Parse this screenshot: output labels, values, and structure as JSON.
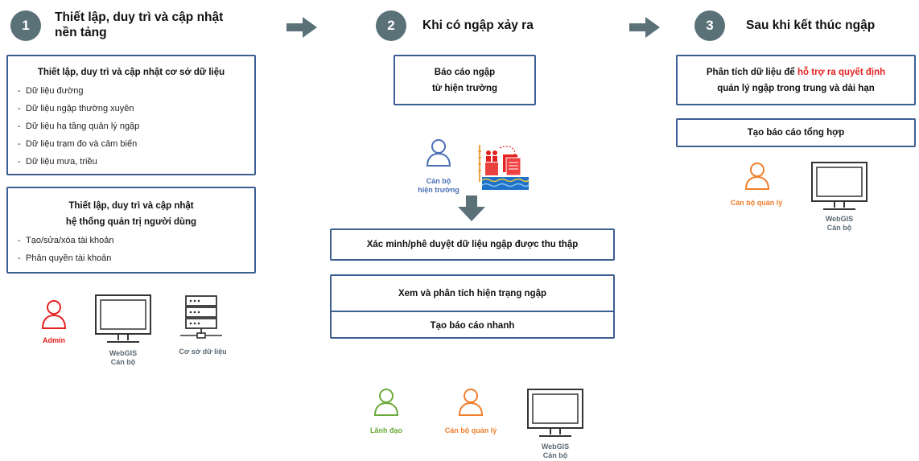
{
  "steps": [
    {
      "number": "1",
      "title_line1": "Thiết lập, duy trì và cập nhật",
      "title_line2": "nền tảng"
    },
    {
      "number": "2",
      "title": "Khi có ngập xảy ra"
    },
    {
      "number": "3",
      "title": "Sau khi kết thúc ngập"
    }
  ],
  "col1": {
    "db_box": {
      "title": "Thiết lập, duy trì và cập nhật cơ sở dữ liệu",
      "items": [
        "Dữ liệu đường",
        "Dữ liệu ngập thường xuyên",
        "Dữ liệu hạ tầng quản lý ngập",
        "Dữ liệu trạm đo và cảm biến",
        "Dữ liệu mưa, triều"
      ]
    },
    "user_box": {
      "title_line1": "Thiết lập, duy trì và cập nhật",
      "title_line2": "hệ thống quản trị người dùng",
      "items": [
        "Tạo/sửa/xóa tài khoản",
        "Phân quyền tài khoản"
      ]
    },
    "icons": {
      "admin": "Admin",
      "webgis_line1": "WebGIS",
      "webgis_line2": "Cán bộ",
      "database": "Cơ sở dữ liệu"
    }
  },
  "col2": {
    "report_box_line1": "Báo cáo ngập",
    "report_box_line2": "từ hiện trường",
    "field_officer_line1": "Cán bộ",
    "field_officer_line2": "hiện trường",
    "verify_box": "Xác minh/phê duyệt dữ liệu ngập được thu thập",
    "view_box": "Xem và phân tích hiện trạng ngập",
    "quick_report_box": "Tạo báo cáo nhanh",
    "icons": {
      "leader": "Lãnh đạo",
      "manager": "Cán bộ quản lý",
      "webgis_line1": "WebGIS",
      "webgis_line2": "Cán bộ"
    }
  },
  "col3": {
    "analysis_pre": "Phân tích dữ liệu để ",
    "analysis_highlight": "hỗ trợ ra quyết định",
    "analysis_line2": "quản lý ngập trong trung và dài hạn",
    "summary_box": "Tạo báo cáo tổng hợp",
    "icons": {
      "manager": "Cán bộ quản lý",
      "webgis_line1": "WebGIS",
      "webgis_line2": "Cán bộ"
    }
  },
  "colors": {
    "step_circle": "#5a7178",
    "box_border": "#3d5e91",
    "admin_red": "#e3211f",
    "field_blue": "#4a6fb5",
    "manager_orange": "#f07e2b",
    "leader_green": "#6aaa3a",
    "arrow_gray": "#5a7178"
  }
}
